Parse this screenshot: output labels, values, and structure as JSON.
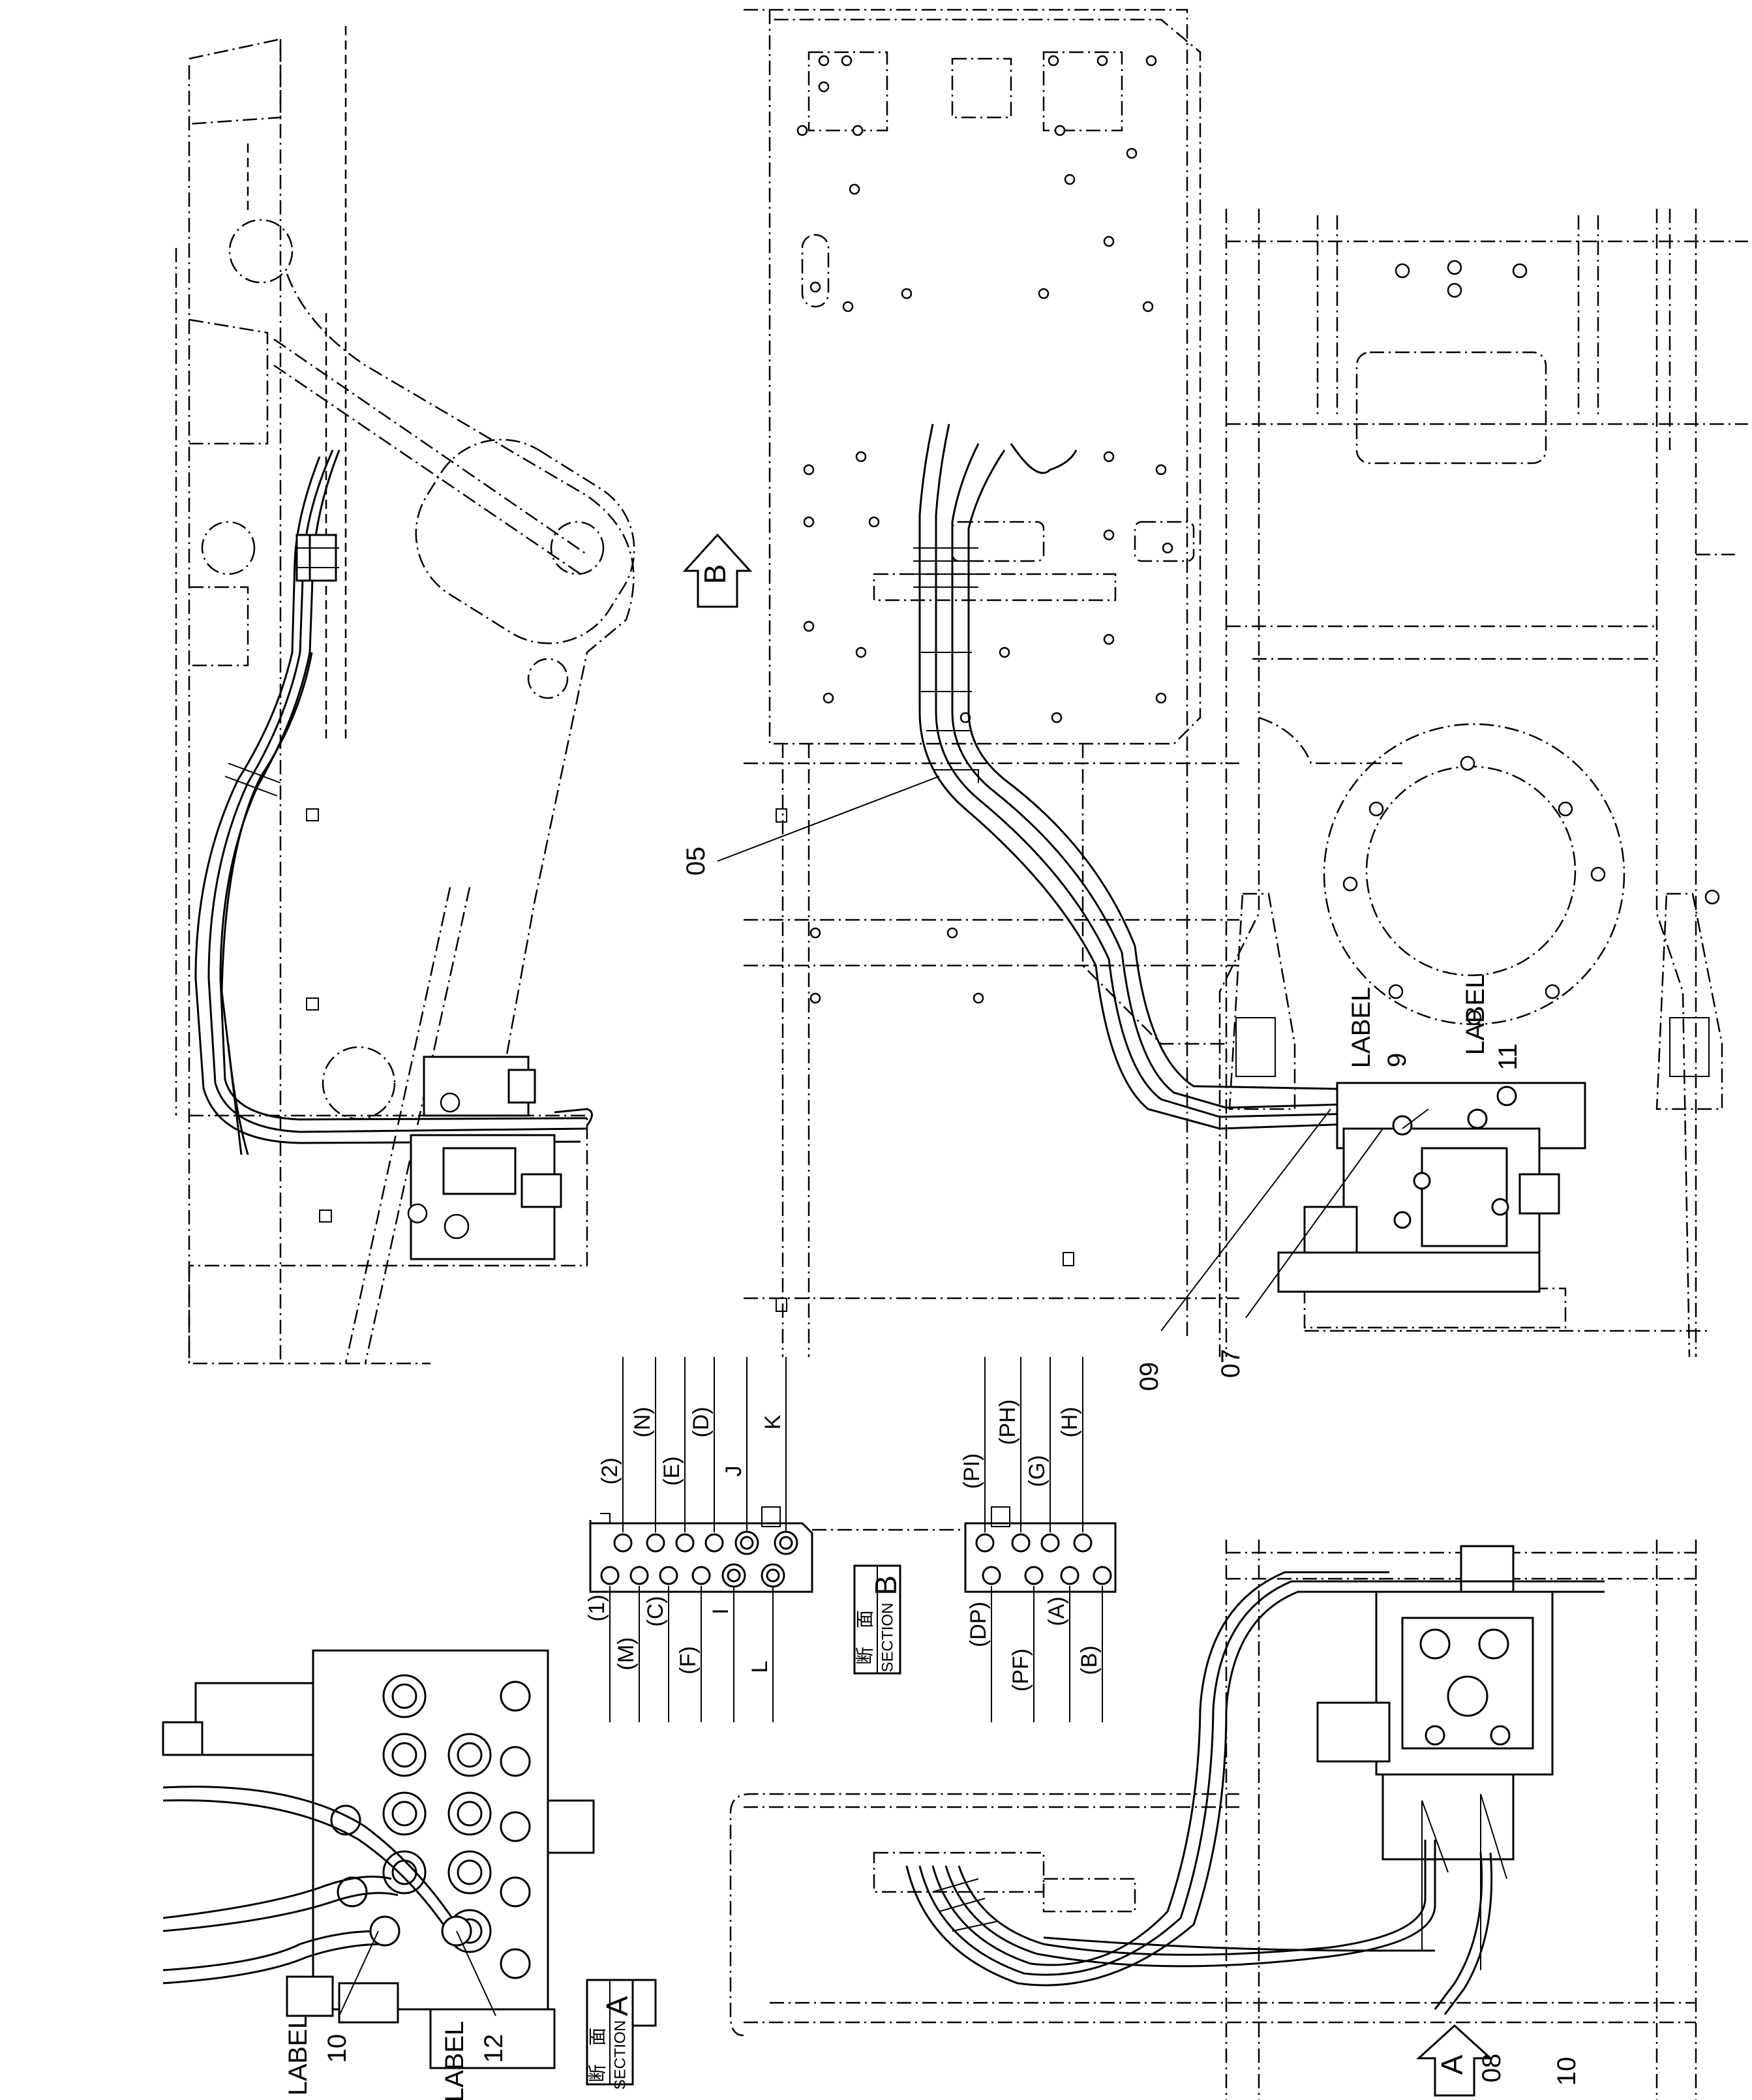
{
  "callouts": {
    "c05": "05",
    "c07": "07",
    "c09": "09",
    "c9": "9",
    "c11": "11",
    "c08": "08",
    "c10_bottom": "10",
    "c10_left": "10",
    "c12": "12",
    "label_9": "LABEL",
    "label_11": "LABEL",
    "label_10": "LABEL",
    "label_12": "LABEL"
  },
  "view_arrows": {
    "b": "B",
    "a": "A"
  },
  "section_a": {
    "kanji": "断　面",
    "title": "SECTION",
    "letter": "A"
  },
  "section_b": {
    "kanji": "断　面",
    "title": "SECTION",
    "letter": "B"
  },
  "ports_top_left": [
    "(2)",
    "(N)",
    "(E)",
    "(D)",
    "J",
    "K"
  ],
  "ports_bottom_left": [
    "(1)",
    "(M)",
    "(C)",
    "(F)",
    "I",
    "L"
  ],
  "ports_top_right": [
    "(PI)",
    "(PH)",
    "(G)",
    "(H)"
  ],
  "ports_bottom_right": [
    "(DP)",
    "(PF)",
    "(A)",
    "(B)"
  ]
}
